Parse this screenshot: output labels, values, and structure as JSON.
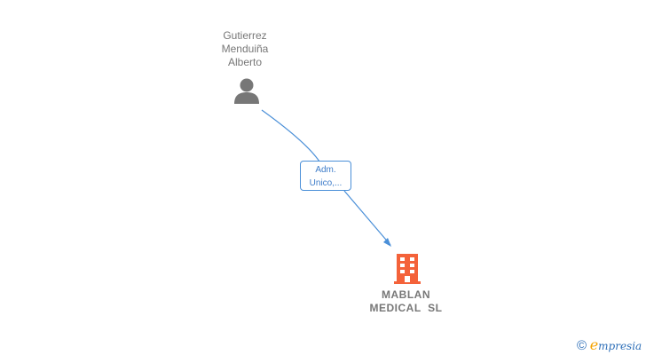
{
  "diagram": {
    "nodes": [
      {
        "id": "person",
        "type": "person",
        "label_lines": [
          "Gutierrez",
          "Menduiña",
          "Alberto"
        ],
        "icon": "person-icon",
        "color": "#777777"
      },
      {
        "id": "company",
        "type": "company",
        "label_lines": [
          "MABLAN",
          "MEDICAL  SL"
        ],
        "icon": "building-icon",
        "color": "#f4623a"
      }
    ],
    "edges": [
      {
        "from": "person",
        "to": "company",
        "label_lines": [
          "Adm.",
          "Unico,..."
        ],
        "color": "#4a8fd8"
      }
    ]
  },
  "footer": {
    "copyright_symbol": "©",
    "brand_initial": "e",
    "brand_rest": "mpresia"
  }
}
